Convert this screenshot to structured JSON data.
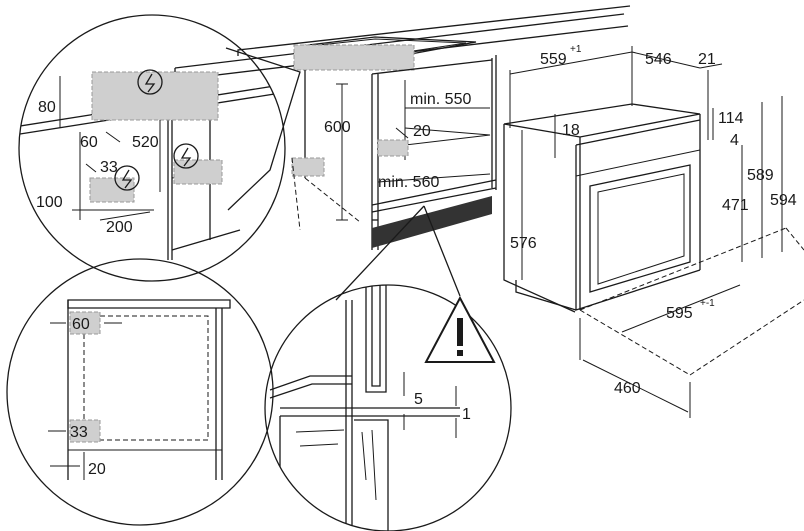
{
  "dimensions": {
    "d559": "559",
    "d559_tol": "+1",
    "d546": "546",
    "d21": "21",
    "d114": "114",
    "d4": "4",
    "d18": "18",
    "d589": "589",
    "d594": "594",
    "d471": "471",
    "d576": "576",
    "d595": "595",
    "d595_tol": "+-1",
    "d460": "460",
    "d600": "600",
    "min550": "min. 550",
    "min560": "min. 560",
    "d20_niche": "20"
  },
  "detail_power": {
    "d80": "80",
    "d60": "60",
    "d520": "520",
    "d33": "33",
    "d100": "100",
    "d200": "200"
  },
  "detail_side": {
    "d60": "60",
    "d33": "33",
    "d20": "20"
  },
  "detail_gap": {
    "d5": "5",
    "d1": "1"
  },
  "icons": [
    "power-symbol-icon",
    "warning-triangle-icon"
  ],
  "colors": {
    "line": "#1a1a1a",
    "highlight": "#cfcfcf",
    "panel": "#333333"
  }
}
